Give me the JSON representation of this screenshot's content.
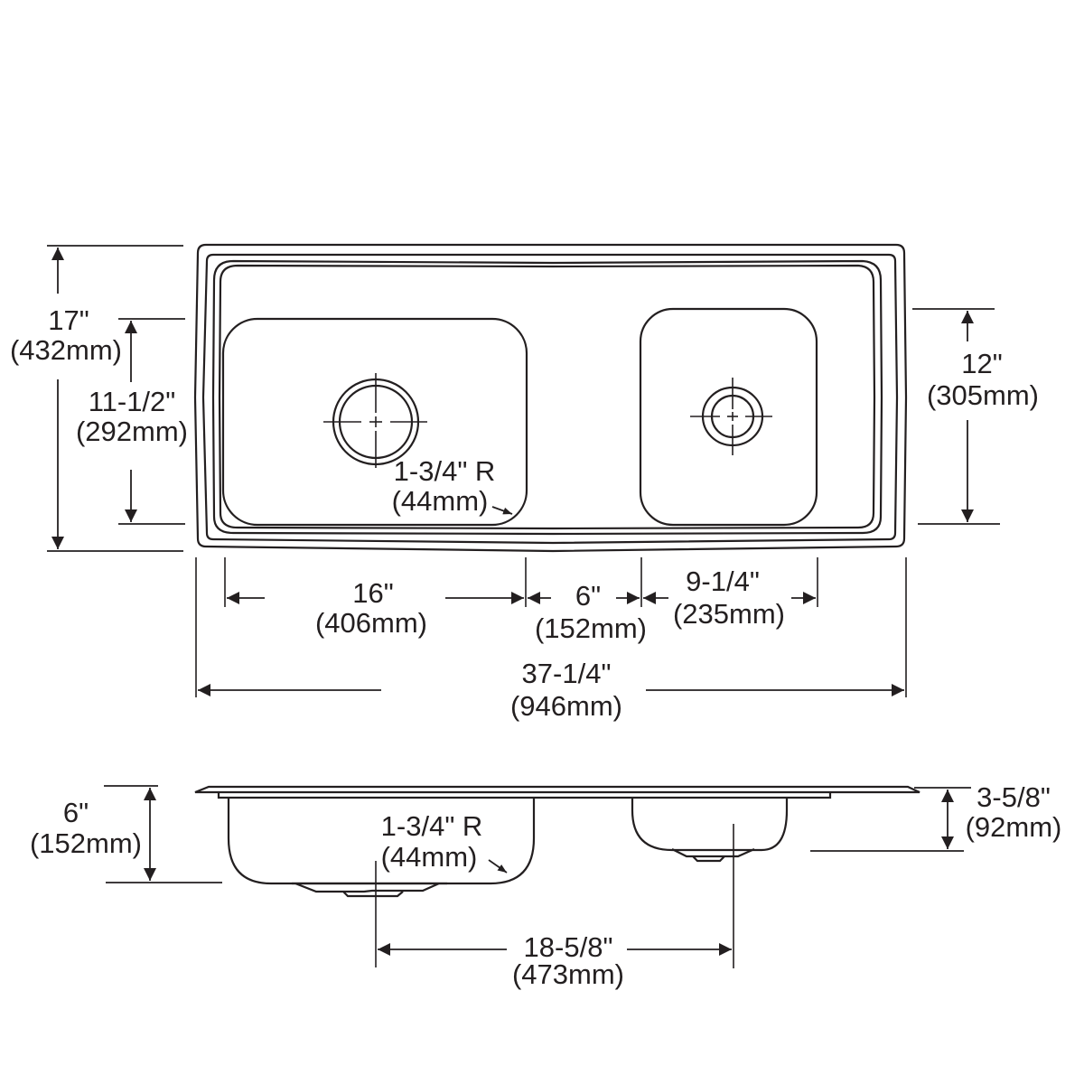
{
  "diagram": {
    "type": "technical-drawing",
    "subject": "double bowl drop-in sink",
    "colors": {
      "line": "#231f20",
      "background": "#ffffff"
    },
    "top_view": {
      "overall_depth": {
        "imperial": "17\"",
        "metric": "(432mm)"
      },
      "left_bowl_depth": {
        "imperial": "11-1/2\"",
        "metric": "(292mm)"
      },
      "right_bowl_depth": {
        "imperial": "12\"",
        "metric": "(305mm)"
      },
      "corner_radius": {
        "imperial": "1-3/4\" R",
        "metric": "(44mm)"
      },
      "left_bowl_width": {
        "imperial": "16\"",
        "metric": "(406mm)"
      },
      "bowl_spacing": {
        "imperial": "6\"",
        "metric": "(152mm)"
      },
      "right_bowl_width": {
        "imperial": "9-1/4\"",
        "metric": "(235mm)"
      },
      "overall_width": {
        "imperial": "37-1/4\"",
        "metric": "(946mm)"
      }
    },
    "side_view": {
      "left_bowl_height": {
        "imperial": "6\"",
        "metric": "(152mm)"
      },
      "corner_radius": {
        "imperial": "1-3/4\" R",
        "metric": "(44mm)"
      },
      "right_bowl_height": {
        "imperial": "3-5/8\"",
        "metric": "(92mm)"
      },
      "drain_spacing": {
        "imperial": "18-5/8\"",
        "metric": "(473mm)"
      }
    }
  }
}
